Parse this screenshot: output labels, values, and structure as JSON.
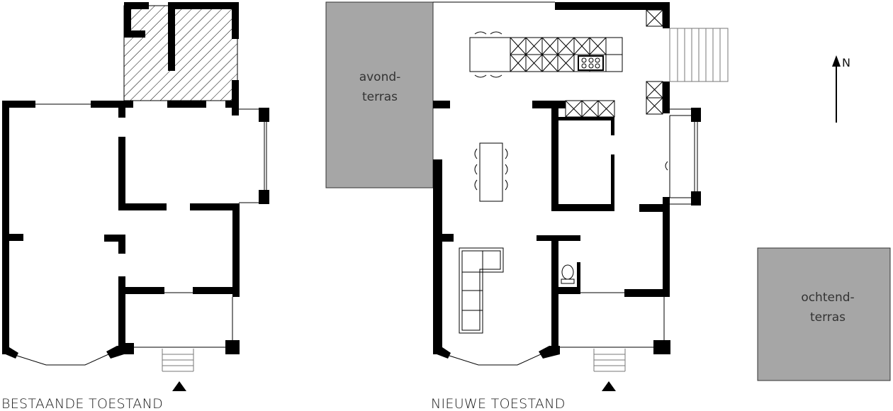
{
  "existing_plan": {
    "caption": "BESTAANDE TOESTAND"
  },
  "new_plan": {
    "caption": "NIEUWE TOESTAND"
  },
  "terraces": {
    "evening": {
      "line1": "avond-",
      "line2": "terras"
    },
    "morning": {
      "line1": "ochtend-",
      "line2": "terras"
    }
  },
  "north_arrow": {
    "label": "N"
  },
  "colors": {
    "wall": "#000000",
    "terrace": "#a6a6a6",
    "background": "#ffffff"
  }
}
